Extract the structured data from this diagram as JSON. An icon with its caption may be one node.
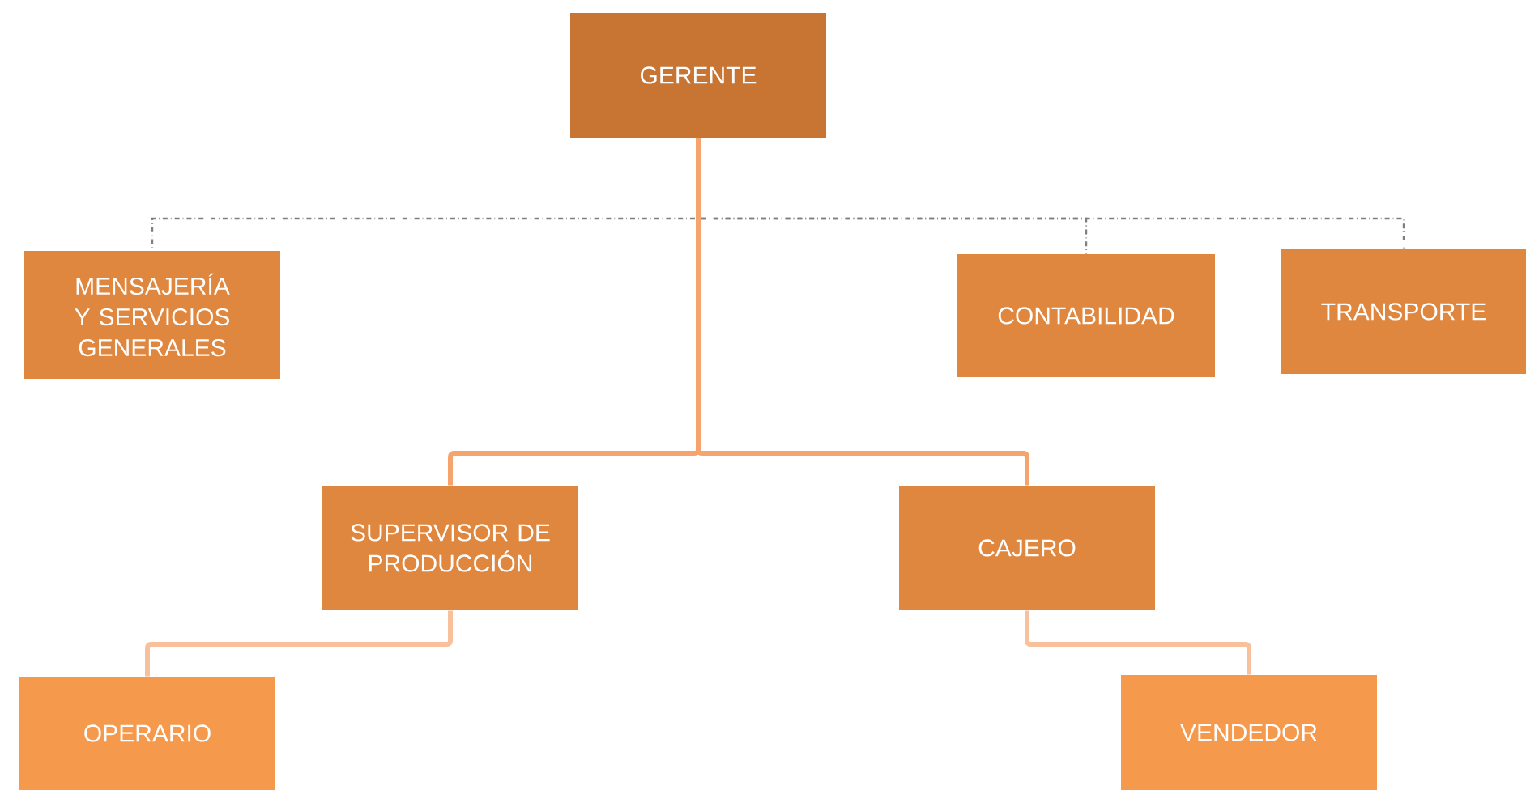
{
  "diagram": {
    "nodes": [
      {
        "text": [
          "GERENTE"
        ]
      },
      {
        "text": [
          "MENSAJERÍA Y SERVICIOS GENERALES"
        ]
      },
      {
        "text": [
          "CONTABILIDAD"
        ]
      },
      {
        "text": [
          "TRANSPORTE"
        ]
      },
      {
        "text": [
          "SUPERVISOR DE PRODUCCIÓN"
        ]
      },
      {
        "text": [
          "CAJERO"
        ]
      },
      {
        "text": [
          "OPERARIO"
        ]
      },
      {
        "text": [
          "VENDEDOR"
        ]
      }
    ],
    "edges": [
      {
        "from": 0,
        "to": 1,
        "arrow": "none",
        "style": "dashed",
        "color": "#7f7f7f"
      },
      {
        "from": 0,
        "to": 2,
        "arrow": "none",
        "style": "dashed",
        "color": "#7f7f7f"
      },
      {
        "from": 0,
        "to": 3,
        "arrow": "none",
        "style": "dashed",
        "color": "#7f7f7f"
      },
      {
        "from": 0,
        "to": 4,
        "arrow": "none",
        "color": "#f4a46c"
      },
      {
        "from": 0,
        "to": 5,
        "arrow": "none",
        "color": "#f4a46c"
      },
      {
        "from": 4,
        "to": 6,
        "arrow": "none",
        "color": "#f9c19b"
      },
      {
        "from": 5,
        "to": 7,
        "arrow": "none",
        "color": "#f9c19b"
      }
    ]
  }
}
